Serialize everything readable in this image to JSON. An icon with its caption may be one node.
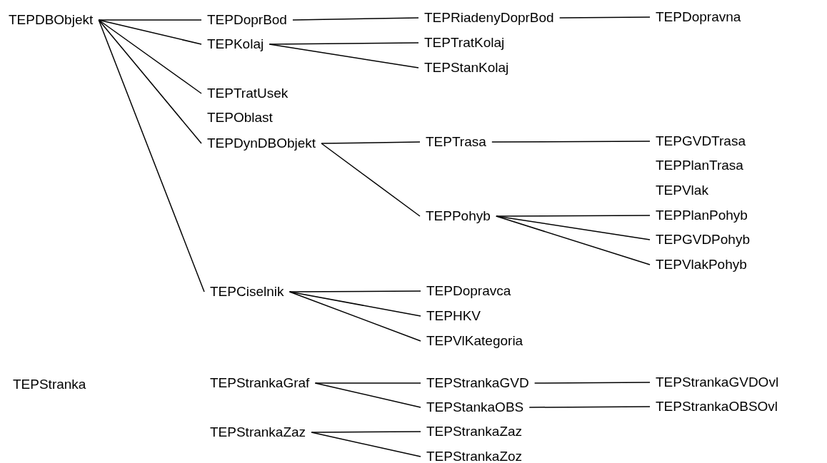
{
  "diagram": {
    "nodes": [
      {
        "text": [
          "TEPDBObjekt"
        ]
      },
      {
        "text": [
          "TEPDoprBod"
        ]
      },
      {
        "text": [
          "TEPRiadenyDoprBod"
        ]
      },
      {
        "text": [
          "TEPDopravna"
        ]
      },
      {
        "text": [
          "TEPKolaj"
        ]
      },
      {
        "text": [
          "TEPTratKolaj"
        ]
      },
      {
        "text": [
          "TEPStanKolaj"
        ]
      },
      {
        "text": [
          "TEPTratUsek"
        ]
      },
      {
        "text": [
          "TEPOblast"
        ]
      },
      {
        "text": [
          "TEPDynDBObjekt"
        ]
      },
      {
        "text": [
          "TEPTrasa"
        ]
      },
      {
        "text": [
          "TEPGVDTrasa"
        ]
      },
      {
        "text": [
          "TEPPlanTrasa"
        ]
      },
      {
        "text": [
          "TEPVlak"
        ]
      },
      {
        "text": [
          "TEPPohyb"
        ]
      },
      {
        "text": [
          "TEPPlanPohyb"
        ]
      },
      {
        "text": [
          "TEPGVDPohyb"
        ]
      },
      {
        "text": [
          "TEPVlakPohyb"
        ]
      },
      {
        "text": [
          "TEPCiselnik"
        ]
      },
      {
        "text": [
          "TEPDopravca"
        ]
      },
      {
        "text": [
          "TEPHKV"
        ]
      },
      {
        "text": [
          "TEPVlKategoria"
        ]
      },
      {
        "text": [
          "TEPStranka"
        ]
      },
      {
        "text": [
          "TEPStrankaGraf"
        ]
      },
      {
        "text": [
          "TEPStrankaGVD"
        ]
      },
      {
        "text": [
          "TEPStankaOBS"
        ]
      },
      {
        "text": [
          "TEPStrankaGVDOvl"
        ]
      },
      {
        "text": [
          "TEPStrankaOBSOvl"
        ]
      },
      {
        "text": [
          "TEPStrankaZaz"
        ]
      },
      {
        "text": [
          "TEPStrankaZaz"
        ]
      },
      {
        "text": [
          "TEPStrankaZoz"
        ]
      }
    ],
    "edges": [
      {
        "from": 0,
        "to": 1,
        "arrow": "none"
      },
      {
        "from": 0,
        "to": 4,
        "arrow": "none"
      },
      {
        "from": 0,
        "to": 7,
        "arrow": "none"
      },
      {
        "from": 0,
        "to": 9,
        "arrow": "none"
      },
      {
        "from": 0,
        "to": 18,
        "arrow": "none"
      },
      {
        "from": 1,
        "to": 2,
        "arrow": "none"
      },
      {
        "from": 2,
        "to": 3,
        "arrow": "none"
      },
      {
        "from": 4,
        "to": 5,
        "arrow": "none"
      },
      {
        "from": 4,
        "to": 6,
        "arrow": "none"
      },
      {
        "from": 9,
        "to": 10,
        "arrow": "none"
      },
      {
        "from": 9,
        "to": 14,
        "arrow": "none"
      },
      {
        "from": 10,
        "to": 11,
        "arrow": "none"
      },
      {
        "from": 14,
        "to": 15,
        "arrow": "none"
      },
      {
        "from": 14,
        "to": 16,
        "arrow": "none"
      },
      {
        "from": 14,
        "to": 17,
        "arrow": "none"
      },
      {
        "from": 18,
        "to": 19,
        "arrow": "none"
      },
      {
        "from": 18,
        "to": 20,
        "arrow": "none"
      },
      {
        "from": 18,
        "to": 21,
        "arrow": "none"
      },
      {
        "from": 23,
        "to": 24,
        "arrow": "none"
      },
      {
        "from": 23,
        "to": 25,
        "arrow": "none"
      },
      {
        "from": 24,
        "to": 26,
        "arrow": "none"
      },
      {
        "from": 25,
        "to": 27,
        "arrow": "none"
      },
      {
        "from": 28,
        "to": 29,
        "arrow": "none"
      },
      {
        "from": 28,
        "to": 30,
        "arrow": "none"
      }
    ]
  }
}
